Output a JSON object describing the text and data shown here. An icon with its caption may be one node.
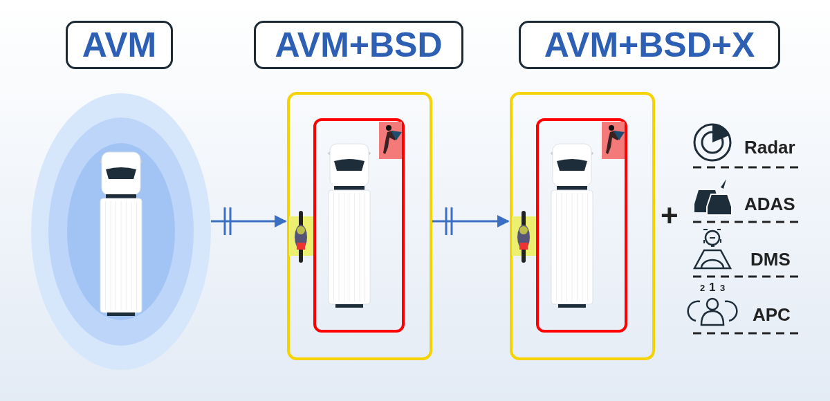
{
  "diagram": {
    "nodes": [
      {
        "text": [
          "AVM"
        ]
      },
      {
        "text": [
          "AVM+BSD"
        ]
      },
      {
        "text": [
          "AVM+BSD+X"
        ]
      },
      {
        "text": [],
        "shape": "picture"
      },
      {
        "text": [],
        "shape": "picture"
      },
      {
        "text": [],
        "shape": "picture"
      }
    ],
    "edges": [
      {
        "from": 3,
        "to": 4,
        "arrow": "to"
      },
      {
        "from": 4,
        "to": 5,
        "arrow": "to"
      }
    ],
    "labels": [
      "+",
      "Radar",
      "ADAS",
      "DMS",
      "2",
      "1",
      "3",
      "APC"
    ]
  }
}
